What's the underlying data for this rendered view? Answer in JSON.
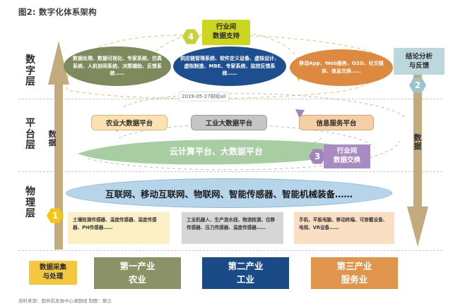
{
  "title": "图2: 数字化体系架构",
  "watermark": "2019-05-27财经all",
  "footer": "资料来源：国务院发展中心课题组   制图：解立",
  "layers": [
    {
      "id": "digital",
      "label": "数字层"
    },
    {
      "id": "platform",
      "label": "平台层"
    },
    {
      "id": "physical",
      "label": "物理层"
    }
  ],
  "arrows": {
    "left": {
      "label": "数据",
      "direction": "up",
      "color": "#c2ab7c"
    },
    "right": {
      "label": "数据",
      "direction": "down",
      "color": "#c2ab7c"
    }
  },
  "badges": [
    {
      "number": "1",
      "color": "#f5c518"
    },
    {
      "number": "2",
      "color": "#9dc3ce"
    },
    {
      "number": "3",
      "color": "#9f85bd"
    },
    {
      "number": "4",
      "color": "#c9d13a"
    }
  ],
  "callouts": {
    "top_right": {
      "text": "行业间\n数据支持",
      "line1": "行业间",
      "line2": "数据支持",
      "color": "#ccd61f",
      "text_color": "#2b2b2b"
    },
    "feedback": {
      "line1": "结论分析",
      "line2": "与反馈",
      "color": "#bdd7de",
      "text_color": "#2b2b2b"
    },
    "exchange": {
      "line1": "行业间",
      "line2": "数据交换",
      "color": "#a98bc4",
      "text_color": "#ffffff"
    },
    "data_collect": {
      "line1": "数据采集",
      "line2": "与处理",
      "color": "#f3c73f",
      "text_color": "#2b2b2b"
    }
  },
  "digital_layer": {
    "ellipses": [
      {
        "name": "agriculture-systems",
        "text": "数据处理、数据可视化、专家系统、仿真系统、人机协同系统、决策辅助、反馈系统……",
        "color": "#7d8a5c"
      },
      {
        "name": "industry-systems",
        "text": "供应链管理系统、软件定义设备、虚拟设计、虚拟制造、MBE、专家系统、监控反馈系统……",
        "color": "#1d4e8f"
      },
      {
        "name": "service-systems",
        "text": "移动App、Web服务、O2O、社交媒体、信息交换……",
        "color": "#dd8940"
      }
    ]
  },
  "platform_layer": {
    "platforms": [
      {
        "name": "agri-bigdata",
        "label": "农业大数据平台",
        "color": "#fbe2b0",
        "border": "#d6b87c"
      },
      {
        "name": "industry-bigdata",
        "label": "工业大数据平台",
        "color": "#c6c6c6",
        "border": "#9a9a9a"
      },
      {
        "name": "info-service",
        "label": "信息服务平台",
        "color": "#f6cfa6",
        "border": "#d8a571"
      }
    ],
    "cloud_band": {
      "label": "云计算平台、大数据平台",
      "color": "#a8cda2",
      "text_color": "#ffffff"
    }
  },
  "physical_layer": {
    "network_ellipse": {
      "label": "互联网、移动互联网、物联网、智能传感器、智能机械装备……",
      "color": "#b6d4ea"
    },
    "devices": [
      {
        "name": "agri-sensors",
        "text": "土壤检测传感器、温度传感器、湿度传感器、PH传感器……",
        "color": "#fdefc4"
      },
      {
        "name": "industry-devices",
        "text": "工业机器人、生产流水线、物流检测、位移传感器、压力传感器、温度传感器……",
        "color": "#d6d6d6"
      },
      {
        "name": "consumer-devices",
        "text": "手机、平板电脑、移动终端、可穿戴设备、电视、VR设备……",
        "color": "#fadfc2"
      }
    ]
  },
  "industries": [
    {
      "name": "primary",
      "line1": "第一产业",
      "line2": "农业",
      "color": "#8b9268"
    },
    {
      "name": "secondary",
      "line1": "第二产业",
      "line2": "工业",
      "color": "#1b4b86"
    },
    {
      "name": "tertiary",
      "line1": "第三产业",
      "line2": "服务业",
      "color": "#df964c"
    }
  ]
}
